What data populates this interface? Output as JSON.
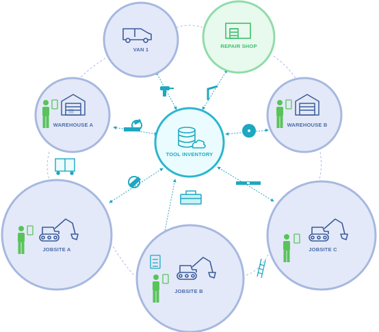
{
  "colors": {
    "node_fill": "#e3e9f8",
    "node_stroke": "#a6b8df",
    "node_label": "#4a6aa8",
    "icon_navy": "#3b5a9a",
    "center_fill": "#eafcff",
    "center_stroke": "#2bb5cc",
    "center_label": "#1ea7c0",
    "repair_fill": "#e8f9ee",
    "repair_stroke": "#8fdca9",
    "repair_label": "#3fbf6e",
    "worker_green": "#59c35a",
    "teal": "#1ea7c0",
    "ring_dashes": "#a6b8df"
  },
  "hub": {
    "label": "TOOL INVENTORY",
    "icon": "database-cloud-icon"
  },
  "nodes": {
    "van": {
      "label": "VAN 1",
      "icon": "van-icon"
    },
    "repair_shop": {
      "label": "REPAIR SHOP",
      "icon": "garage-icon"
    },
    "warehouse_a": {
      "label": "WAREHOUSE A",
      "icon": "warehouse-icon"
    },
    "warehouse_b": {
      "label": "WAREHOUSE B",
      "icon": "warehouse-icon"
    },
    "jobsite_a": {
      "label": "JOBSITE A",
      "icon": "excavator-icon"
    },
    "jobsite_b": {
      "label": "JOBSITE B",
      "icon": "excavator-icon"
    },
    "jobsite_c": {
      "label": "JOBSITE C",
      "icon": "excavator-icon"
    }
  },
  "tools": {
    "drill": "drill-icon",
    "square": "framing-square-icon",
    "miter_saw": "miter-saw-icon",
    "saw_blade": "saw-blade-icon",
    "cart": "tool-cart-icon",
    "circular_saw": "circular-saw-icon",
    "level": "level-icon",
    "toolbox": "toolbox-icon",
    "checklist": "checklist-icon",
    "ladder": "ladder-icon"
  }
}
